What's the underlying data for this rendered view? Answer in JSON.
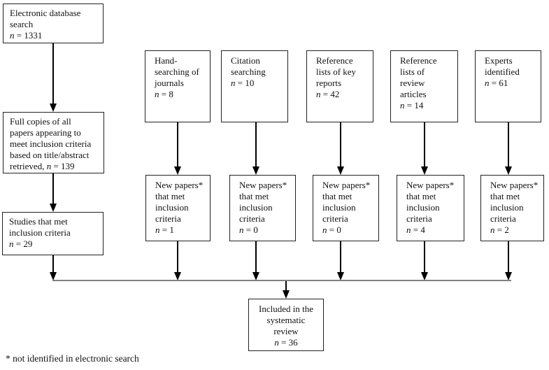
{
  "colors": {
    "background": "#ffffff",
    "box_border": "#222222",
    "text": "#111111",
    "arrow": "#000000",
    "merge_line": "#808080"
  },
  "footnote": "* not identified in electronic search",
  "boxes": {
    "electronic": {
      "lines": [
        "Electronic database",
        "search"
      ],
      "pre": "",
      "n_var": "n",
      "n_rest": " = 1331"
    },
    "full_copies": {
      "lines": [
        "Full copies of all",
        "papers appearing to",
        "meet inclusion criteria",
        "based on title/abstract"
      ],
      "pre": "retrieved, ",
      "n_var": "n",
      "n_rest": " = 139"
    },
    "studies": {
      "lines": [
        "Studies that met",
        "inclusion criteria"
      ],
      "pre": "",
      "n_var": "n",
      "n_rest": " = 29"
    },
    "hand": {
      "lines": [
        "Hand-",
        "searching of",
        "journals"
      ],
      "pre": "",
      "n_var": "n",
      "n_rest": " = 8"
    },
    "citation": {
      "lines": [
        "Citation",
        "searching"
      ],
      "pre": "",
      "n_var": "n",
      "n_rest": " = 10"
    },
    "ref_key": {
      "lines": [
        "Reference",
        "lists of key",
        "reports"
      ],
      "pre": "",
      "n_var": "n",
      "n_rest": " = 42"
    },
    "ref_review": {
      "lines": [
        "Reference",
        "lists of",
        "review",
        "articles"
      ],
      "pre": "",
      "n_var": "n",
      "n_rest": " = 14"
    },
    "experts": {
      "lines": [
        "Experts",
        "identified"
      ],
      "pre": "",
      "n_var": "n",
      "n_rest": " = 61"
    },
    "new_hand": {
      "lines": [
        "New papers*",
        "that met",
        "inclusion",
        "criteria"
      ],
      "pre": "",
      "n_var": "n",
      "n_rest": " = 1"
    },
    "new_citation": {
      "lines": [
        "New papers*",
        "that met",
        "inclusion",
        "criteria"
      ],
      "pre": "",
      "n_var": "n",
      "n_rest": " = 0"
    },
    "new_ref_key": {
      "lines": [
        "New papers*",
        "that met",
        "inclusion",
        "criteria"
      ],
      "pre": "",
      "n_var": "n",
      "n_rest": " = 0"
    },
    "new_ref_review": {
      "lines": [
        "New papers*",
        "that met",
        "inclusion",
        "criteria"
      ],
      "pre": "",
      "n_var": "n",
      "n_rest": " = 4"
    },
    "new_experts": {
      "lines": [
        "New papers*",
        "that met",
        "inclusion",
        "criteria"
      ],
      "pre": "",
      "n_var": "n",
      "n_rest": " = 2"
    },
    "included": {
      "lines": [
        "Included in the",
        "systematic",
        "review"
      ],
      "pre": "",
      "n_var": "n",
      "n_rest": " = 36"
    }
  }
}
